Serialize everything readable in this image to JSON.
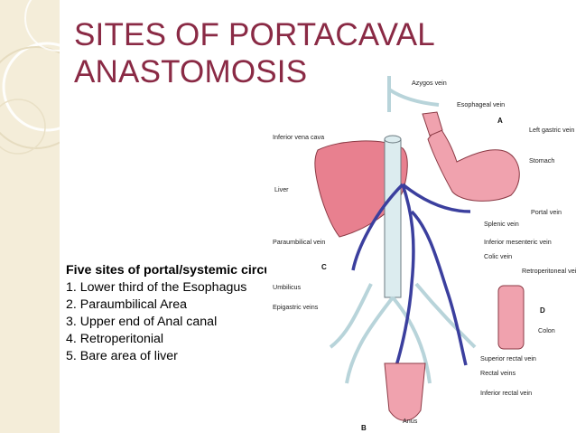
{
  "slide": {
    "title_lines": [
      "SITES OF PORTACAVAL",
      "ANASTOMOSIS"
    ],
    "list_heading": "Five sites of portal/systemic circulation",
    "list_heading_suffix": " :",
    "items": [
      "1. Lower third of the Esophagus",
      "2. Paraumbilical Area",
      "3. Upper end of Anal canal",
      "4. Retroperitonial",
      "5. Bare area of liver"
    ],
    "colors": {
      "title": "#8a2a45",
      "sidebar": "#f4edd9",
      "organ": "#e5788a",
      "vein_portal": "#3b3f9e"
    }
  },
  "diagram": {
    "labels": {
      "azygos": "Azygos vein",
      "esophageal": "Esophageal vein",
      "ivc": "Inferior vena cava",
      "a": "A",
      "left_gastric": "Left gastric vein",
      "stomach": "Stomach",
      "liver": "Liver",
      "portal": "Portal vein",
      "splenic": "Splenic vein",
      "inf_mesenteric": "Inferior mesenteric vein",
      "paraumbilical": "Paraumbilical vein",
      "colic": "Colic vein",
      "c": "C",
      "retroperitoneal": "Retroperitoneal veins",
      "umbilicus": "Umbilicus",
      "d": "D",
      "epigastric": "Epigastric veins",
      "colon": "Colon",
      "superior_rectal": "Superior rectal vein",
      "rectal": "Rectal veins",
      "inferior_rectal": "Inferior rectal vein",
      "anus": "Anus",
      "b": "B"
    }
  }
}
